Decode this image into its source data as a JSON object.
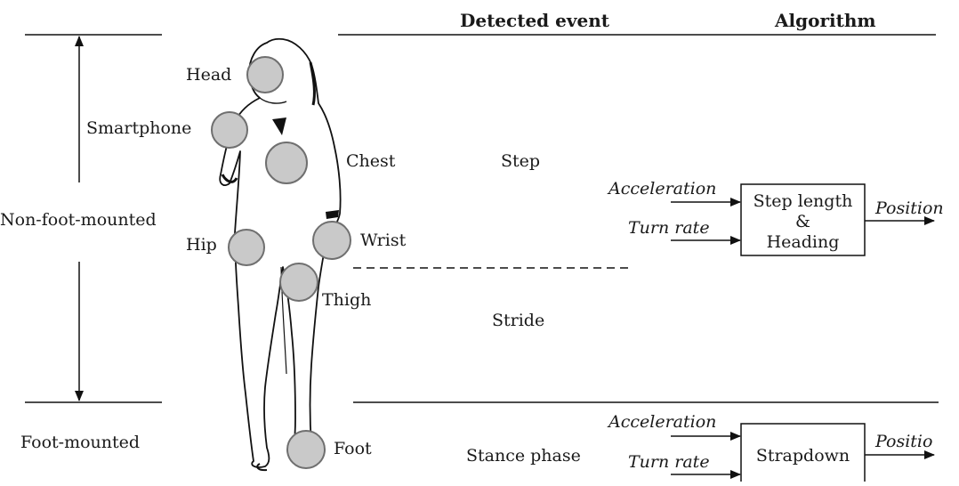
{
  "headers": {
    "detected_event": "Detected event",
    "algorithm": "Algorithm"
  },
  "sides": {
    "non_foot": "Non-foot-mounted",
    "foot": "Foot-mounted"
  },
  "sensor_labels": {
    "head": "Head",
    "smartphone": "Smartphone",
    "chest": "Chest",
    "hip": "Hip",
    "wrist": "Wrist",
    "thigh": "Thigh",
    "foot": "Foot"
  },
  "events": {
    "step": "Step",
    "stride": "Stride",
    "stance": "Stance phase"
  },
  "top_algorithm": {
    "input_1": "Acceleration",
    "input_2": "Turn rate",
    "box_line_1": "Step length",
    "box_line_2": "&",
    "box_line_3": "Heading",
    "output": "Position"
  },
  "bottom_algorithm": {
    "input_1": "Acceleration",
    "input_2": "Turn rate",
    "box": "Strapdown",
    "output": "Positio"
  }
}
